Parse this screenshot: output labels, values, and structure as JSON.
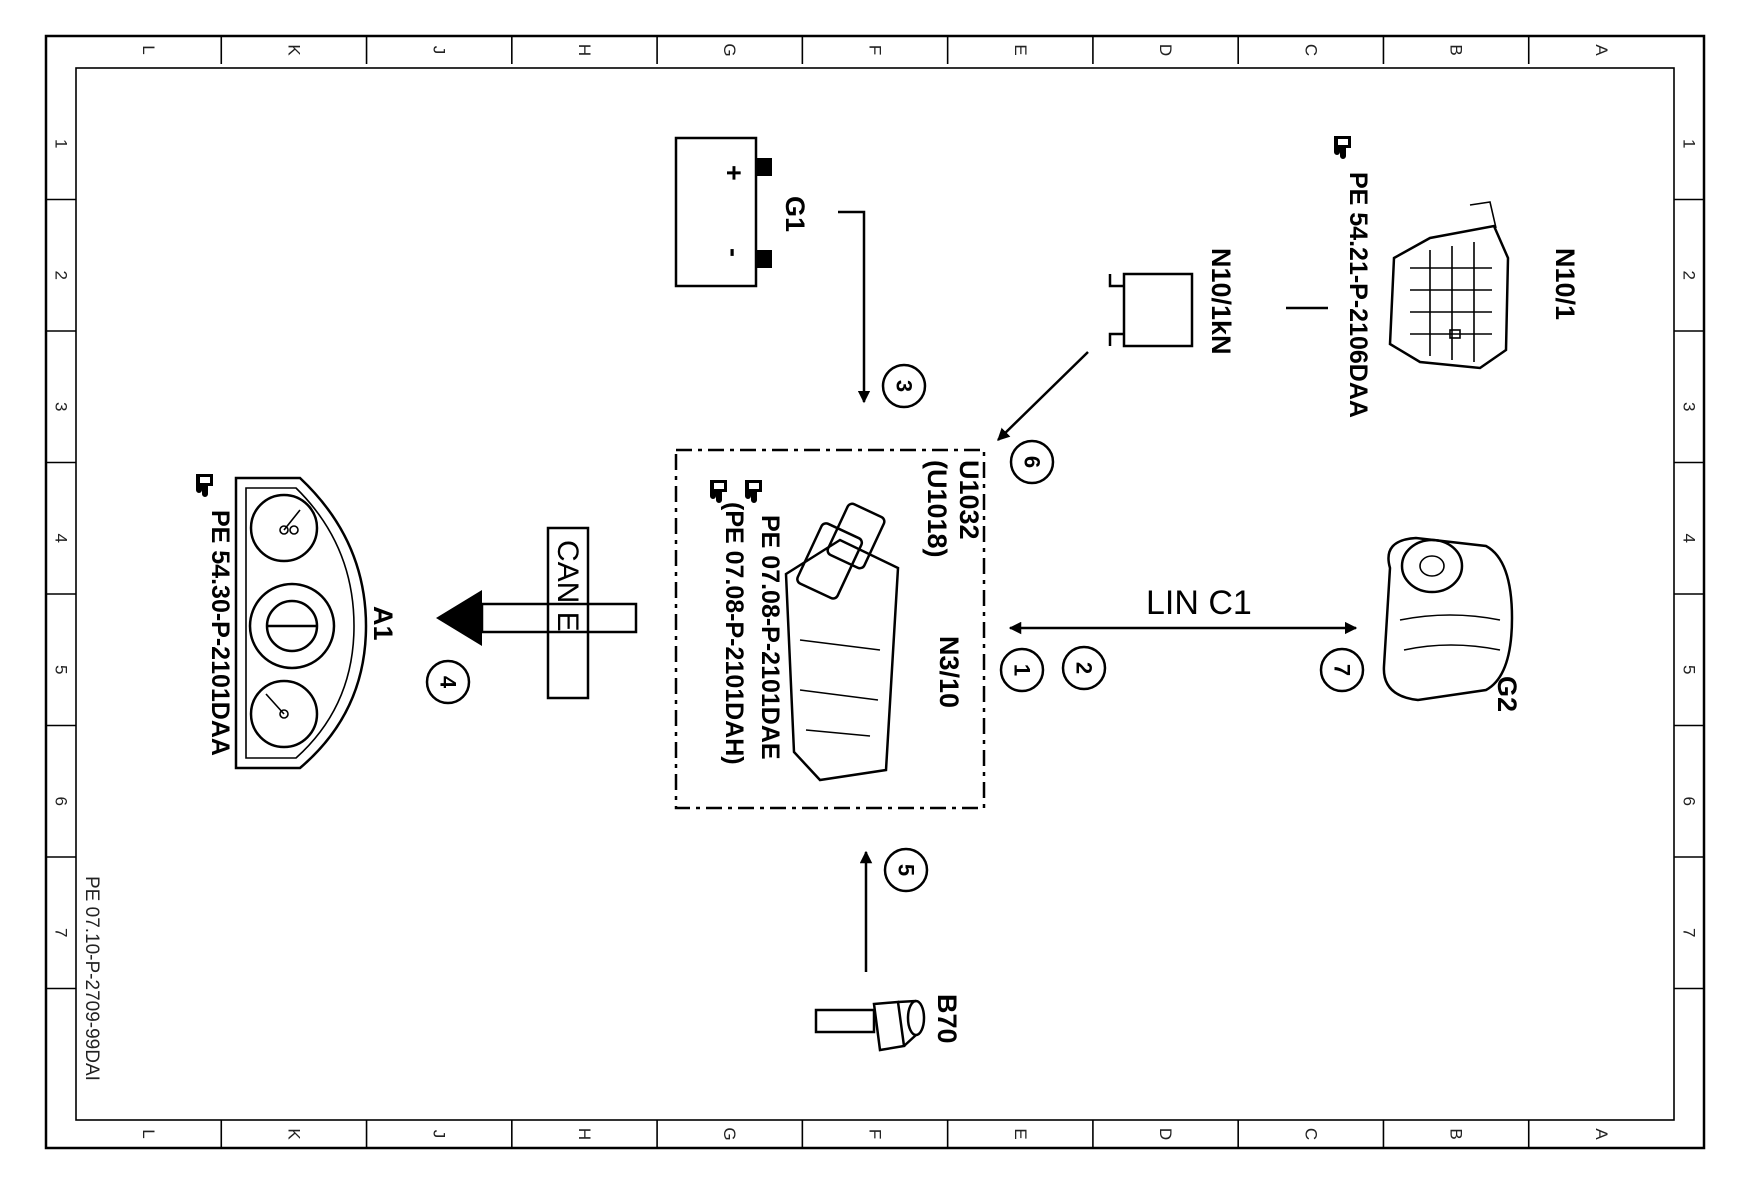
{
  "grid": {
    "columns": [
      "L",
      "K",
      "J",
      "H",
      "G",
      "F",
      "E",
      "D",
      "C",
      "B",
      "A"
    ],
    "rows": [
      "1",
      "2",
      "3",
      "4",
      "5",
      "6",
      "7"
    ]
  },
  "drawing_number": "PE 07.10-P-2709-99DAI",
  "components": {
    "g1": {
      "label": "G1",
      "plus": "+",
      "minus": "-"
    },
    "n10_1": {
      "label": "N10/1",
      "ref": "PE 54.21-P-2106DAA"
    },
    "n10_1kn": {
      "label": "N10/1kN"
    },
    "a1": {
      "label": "A1",
      "ref": "PE 54.30-P-2101DAA"
    },
    "n3_10": {
      "label": "N3/10",
      "code_1": "U1032",
      "code_2": "(U1018)",
      "ref_1": "PE 07.08-P-2101DAE",
      "ref_2": "(PE 07.08-P-2101DAH)"
    },
    "g2": {
      "label": "G2"
    },
    "b70": {
      "label": "B70"
    }
  },
  "bus": {
    "can": "CAN E",
    "lin": "LIN C1"
  },
  "markers": [
    "1",
    "2",
    "3",
    "4",
    "5",
    "6",
    "7"
  ],
  "icons": {
    "reference": "pointing-hand-icon"
  },
  "colors": {
    "ink": "#000000",
    "paper": "#ffffff"
  }
}
